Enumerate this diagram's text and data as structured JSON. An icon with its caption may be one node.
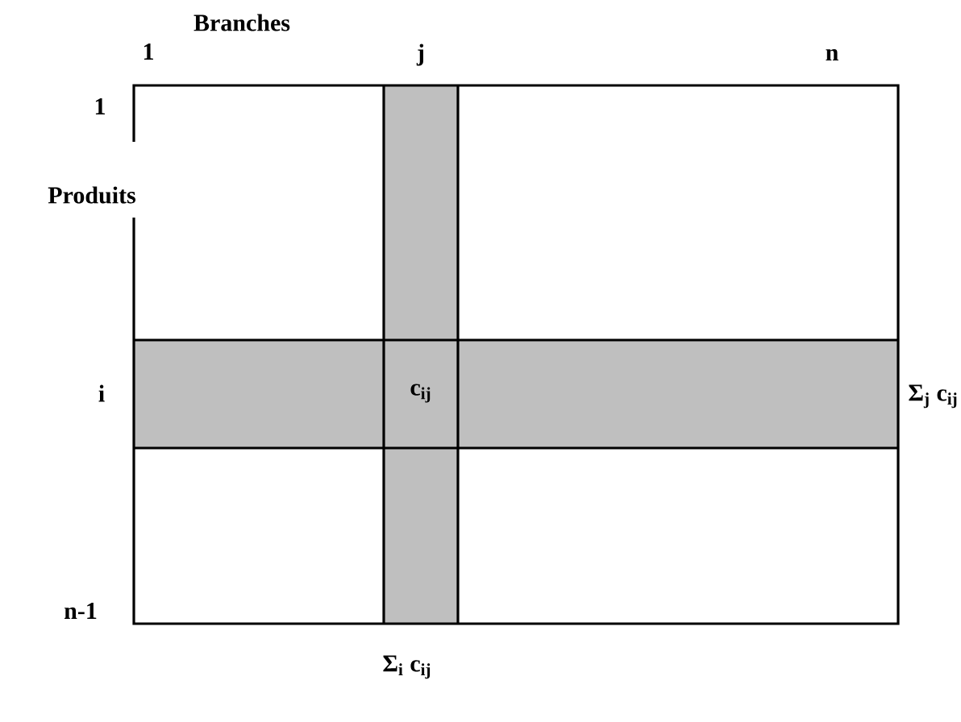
{
  "diagram": {
    "labels": [
      "Branches",
      "1",
      "j",
      "n",
      "1",
      "Produits",
      "i",
      "c$_{ij}$",
      "Σ$_{j}$ c$_{ij}$",
      "n-1",
      "Σ$_{i}$ c$_{ij}$"
    ]
  }
}
